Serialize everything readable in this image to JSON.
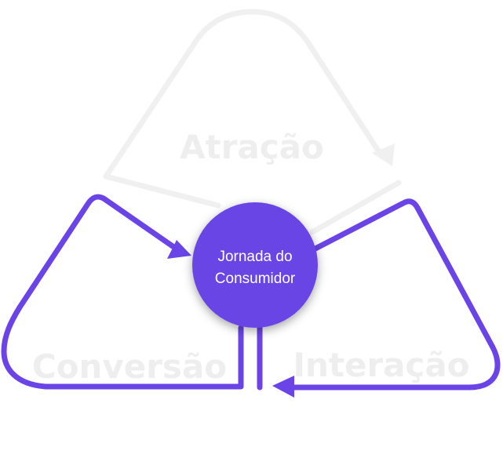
{
  "diagram": {
    "center": {
      "line1": "Jornada do",
      "line2": "Consumidor"
    },
    "stages": {
      "top": "Atração",
      "right": "Interação",
      "left": "Conversão"
    },
    "colors": {
      "accent": "#6a44e6",
      "muted": "#f0f0f0",
      "label": "#eeeeee"
    }
  }
}
